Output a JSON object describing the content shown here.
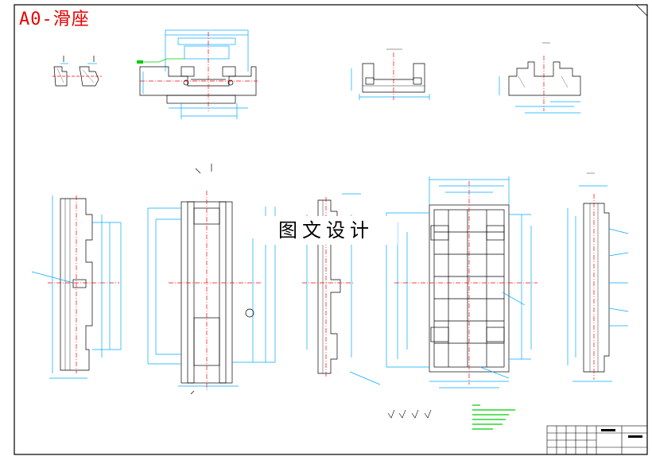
{
  "sheet": {
    "title": "A0-滑座",
    "watermark": "图文设计"
  },
  "colors": {
    "border": "#000000",
    "outline": "#000000",
    "dimension": "#00aaff",
    "centerline": "#ff0000",
    "leader": "#00cc00",
    "title_red": "#e60000"
  },
  "views": [
    {
      "name": "section-detail-left",
      "icon": "section-profile"
    },
    {
      "name": "top-assembly-view",
      "icon": "u-channel-section"
    },
    {
      "name": "section-a-a",
      "icon": "channel-section"
    },
    {
      "name": "section-b-b",
      "icon": "stepped-section"
    },
    {
      "name": "side-view-left",
      "icon": "long-side-profile"
    },
    {
      "name": "front-view",
      "icon": "rail-frame"
    },
    {
      "name": "middle-side-view",
      "icon": "narrow-profile"
    },
    {
      "name": "rib-plan-view",
      "icon": "ribbed-grid"
    },
    {
      "name": "right-side-view",
      "icon": "side-profile"
    }
  ]
}
